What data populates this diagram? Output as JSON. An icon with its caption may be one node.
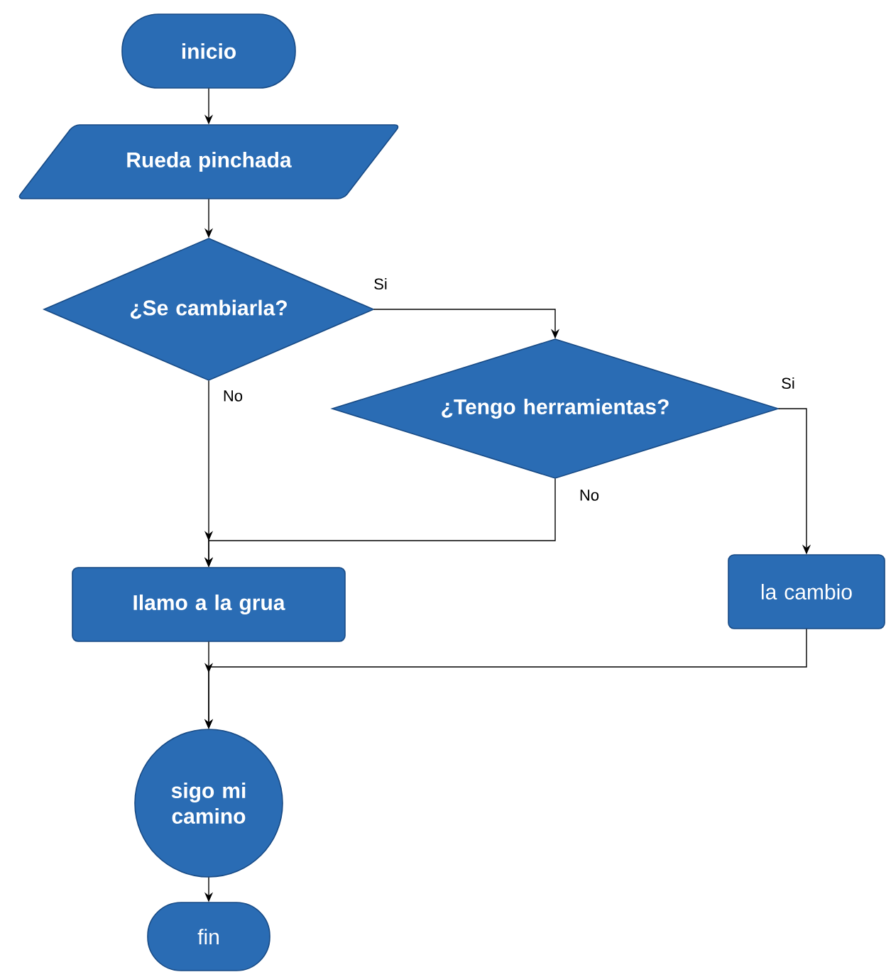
{
  "diagram": {
    "nodes": [
      {
        "text": [
          "inicio"
        ]
      },
      {
        "text": [
          "Rueda pinchada"
        ]
      },
      {
        "text": [
          "¿Se cambiarla?"
        ]
      },
      {
        "text": [
          "¿Tengo herramientas?"
        ]
      },
      {
        "text": [
          "Ilamo a la grua"
        ]
      },
      {
        "text": [
          "la cambio"
        ]
      },
      {
        "text": [
          "sigo mi camino"
        ]
      },
      {
        "text": [
          "fin"
        ]
      }
    ],
    "edges": [
      {
        "from": 0,
        "to": 1,
        "arrow": "to"
      },
      {
        "from": 1,
        "to": 2,
        "arrow": "to"
      },
      {
        "from": 2,
        "to": 3,
        "arrow": "to",
        "label": "Si"
      },
      {
        "from": 3,
        "to": 5,
        "arrow": "to",
        "label": "Si"
      },
      {
        "from": 2,
        "to": 4,
        "arrow": "to",
        "label": "No"
      },
      {
        "from": 3,
        "to": 4,
        "arrow": "to",
        "label": "No"
      },
      {
        "from": 4,
        "to": 6,
        "arrow": "to"
      },
      {
        "from": 5,
        "to": 6,
        "arrow": "to"
      },
      {
        "from": 6,
        "to": 7,
        "arrow": "to"
      }
    ]
  }
}
